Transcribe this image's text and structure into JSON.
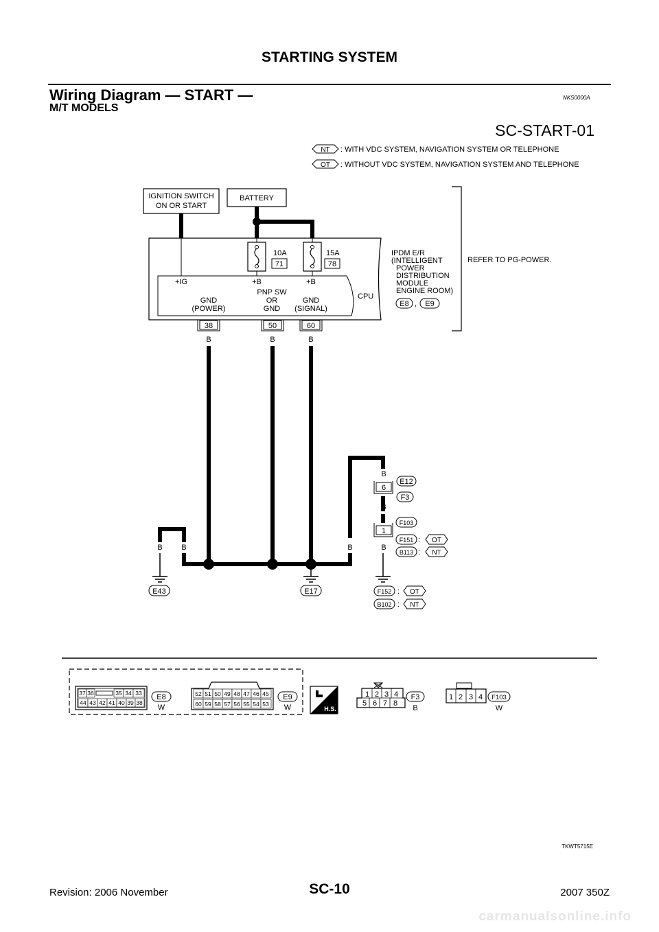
{
  "header": {
    "section_title": "STARTING SYSTEM",
    "heading": "Wiring Diagram — START —",
    "ref_code": "NKS0000A",
    "subheading": "M/T MODELS"
  },
  "diagram": {
    "id": "SC-START-01",
    "legend": [
      {
        "tag": "NT",
        "text": ": WITH VDC SYSTEM, NAVIGATION SYSTEM OR TELEPHONE"
      },
      {
        "tag": "OT",
        "text": ": WITHOUT VDC SYSTEM, NAVIGATION SYSTEM AND TELEPHONE"
      }
    ],
    "ignition_box": [
      "IGNITION SWITCH",
      "ON OR START"
    ],
    "battery_box": "BATTERY",
    "fuses": [
      {
        "rating": "10A",
        "number": "71"
      },
      {
        "rating": "15A",
        "number": "78"
      }
    ],
    "module_labels": {
      "ig": "+IG",
      "b1": "+B",
      "b2": "+B",
      "cpu": "CPU",
      "gnd_power": [
        "GND",
        "(POWER)"
      ],
      "pnp": [
        "PNP SW",
        "OR",
        "GND"
      ],
      "gnd_signal": [
        "GND",
        "(SIGNAL)"
      ]
    },
    "ipdm_label": [
      "IPDM E/R",
      "(INTELLIGENT",
      "POWER",
      "DISTRIBUTION",
      "MODULE",
      "ENGINE ROOM)"
    ],
    "ipdm_connectors": [
      "E8",
      "E9"
    ],
    "refer_text": "REFER TO PG-POWER.",
    "terminals": [
      "38",
      "50",
      "60"
    ],
    "wire_color": "B",
    "right_path": {
      "connector_6_pin": "6",
      "connector_6_ids": [
        "E12",
        "F3"
      ],
      "connector_1_pin": "1",
      "connector_1_id": "F103",
      "ground_pairs": [
        {
          "id": "F151",
          "tag": "OT"
        },
        {
          "id": "B113",
          "tag": "NT"
        }
      ],
      "ground_bottom_pairs": [
        {
          "id": "F152",
          "tag": "OT"
        },
        {
          "id": "B102",
          "tag": "NT"
        }
      ]
    },
    "grounds": [
      "E43",
      "E17"
    ],
    "connectors_bottom": {
      "e8": {
        "id": "E8",
        "color": "W",
        "top": [
          "37",
          "36",
          "35",
          "34",
          "33"
        ],
        "bottom": [
          "44",
          "43",
          "42",
          "41",
          "40",
          "39",
          "38"
        ]
      },
      "e9": {
        "id": "E9",
        "color": "W",
        "top": [
          "52",
          "51",
          "50",
          "49",
          "48",
          "47",
          "46",
          "45"
        ],
        "bottom": [
          "60",
          "59",
          "58",
          "57",
          "56",
          "55",
          "54",
          "53"
        ]
      },
      "hs": "H.S.",
      "f3": {
        "id": "F3",
        "color": "B",
        "top": [
          "1",
          "2",
          "3",
          "4"
        ],
        "bottom": [
          "5",
          "6",
          "7",
          "8"
        ]
      },
      "f103": {
        "id": "F103",
        "color": "W",
        "pins": [
          "1",
          "2",
          "3",
          "4"
        ]
      }
    },
    "image_code": "TKWT5715E"
  },
  "footer": {
    "revision": "Revision: 2006 November",
    "page": "SC-10",
    "model": "2007 350Z",
    "watermark": "carmanualsonline.info"
  }
}
